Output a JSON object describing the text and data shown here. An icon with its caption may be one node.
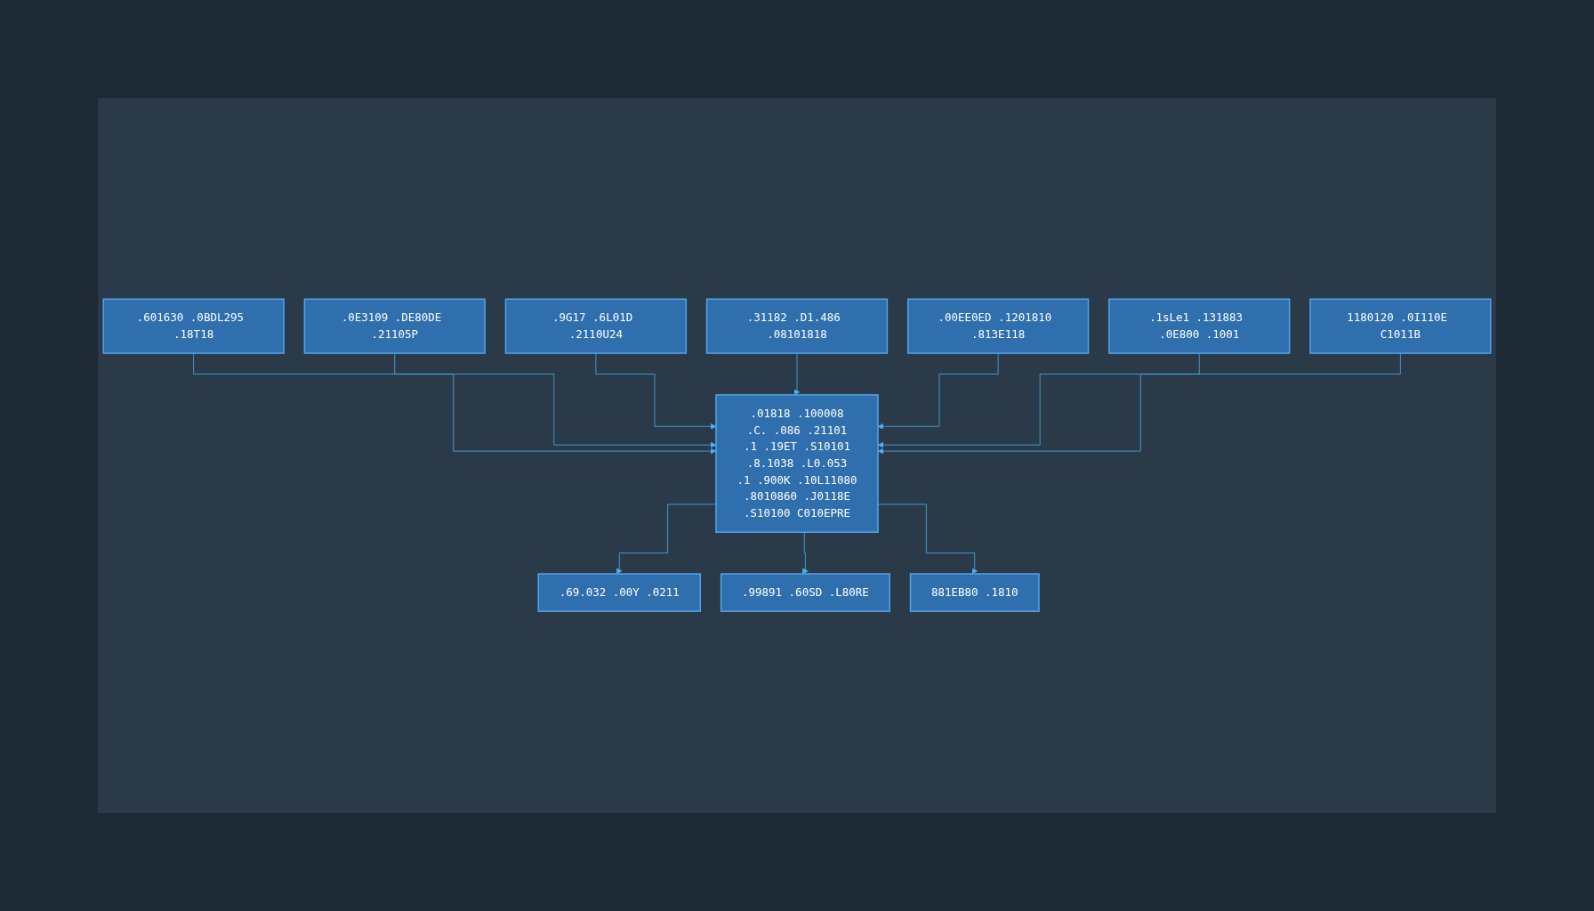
{
  "diagram": {
    "nodes": [
      {
        "text": [
          ".601630 .0BDL295 .18T18"
        ]
      },
      {
        "text": [
          ".0E3109 .DE80DE .21105P"
        ]
      },
      {
        "text": [
          ".01818 .100008",
          ".C. .086 .21101",
          ".1 .19ET .S10101",
          ".8.1038 .L0.053",
          ".1 .900K .10L11080",
          ".8010860 .J0118E",
          ".S10100 C010EPRE"
        ]
      },
      {
        "text": [
          ".9G17 .6L01D .2110U24"
        ]
      },
      {
        "text": [
          ".31182 .D1.486 .08101818"
        ]
      },
      {
        "text": [
          ".69.032 .00Y .0211"
        ]
      },
      {
        "text": [
          ".99891 .60SD .L80RE"
        ]
      },
      {
        "text": [
          "881EB80 .1810"
        ]
      },
      {
        "text": [
          ".00EE0ED .1201810 .813E118"
        ]
      },
      {
        "text": [
          ".1sLe1 .131883 .0E800 .1001"
        ]
      },
      {
        "text": [
          "1180120 .0I110E C1011B"
        ]
      }
    ],
    "edges": [
      {
        "from": 0,
        "to": 2,
        "arrow": "to"
      },
      {
        "from": 1,
        "to": 2,
        "arrow": "to"
      },
      {
        "from": 3,
        "to": 2,
        "arrow": "to"
      },
      {
        "from": 4,
        "to": 2,
        "arrow": "to"
      },
      {
        "from": 2,
        "to": 5,
        "arrow": "to"
      },
      {
        "from": 2,
        "to": 6,
        "arrow": "to"
      },
      {
        "from": 2,
        "to": 7,
        "arrow": "to"
      },
      {
        "from": 8,
        "to": 2,
        "arrow": "to"
      },
      {
        "from": 9,
        "to": 2,
        "arrow": "to"
      },
      {
        "from": 10,
        "to": 2,
        "arrow": "to"
      }
    ]
  }
}
